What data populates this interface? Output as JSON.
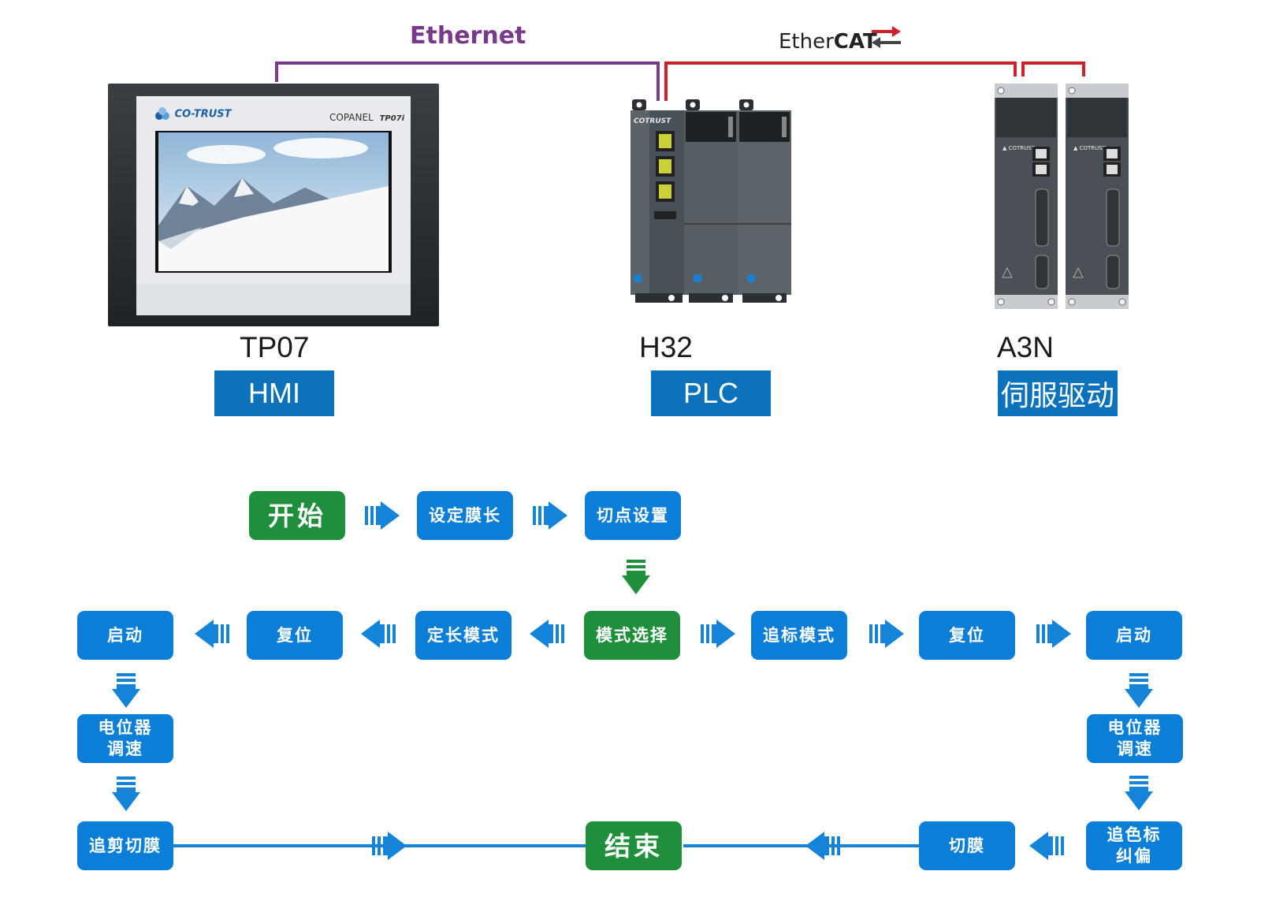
{
  "network": {
    "ethernet_label": "Ethernet",
    "ethercat_label_prefix": "Ether",
    "ethercat_label_bold": "CAT",
    "ethernet_color": "#7a3a8c",
    "ethercat_color": "#d0202a"
  },
  "devices": {
    "hmi": {
      "model": "TP07",
      "role": "HMI",
      "brand": "CO-TRUST",
      "panel_title": "COPANEL",
      "panel_model": "TP07i"
    },
    "plc": {
      "model": "H32",
      "role": "PLC",
      "brand": "COTRUST"
    },
    "servo": {
      "model": "A3N",
      "role": "伺服驱动"
    }
  },
  "flow": {
    "start": "开始",
    "set_film_length": "设定膜长",
    "cut_point_setting": "切点设置",
    "mode_select": "模式选择",
    "fixed_length_mode": "定长模式",
    "reset_left": "复位",
    "start_left": "启动",
    "pot_speed_left_1": "电位器",
    "pot_speed_left_2": "调速",
    "chase_cut_film": "追剪切膜",
    "end": "结束",
    "mark_tracking_mode": "追标模式",
    "reset_right": "复位",
    "start_right": "启动",
    "pot_speed_right_1": "电位器",
    "pot_speed_right_2": "调速",
    "color_mark_1": "追色标",
    "color_mark_2": "纠偏",
    "cut_film": "切膜"
  },
  "colors": {
    "node_blue": "#0b7ed8",
    "node_green": "#1f8f3c",
    "arrow_blue": "#1584d8",
    "arrow_green": "#1f8f3c",
    "role_blue": "#0b72bb"
  }
}
